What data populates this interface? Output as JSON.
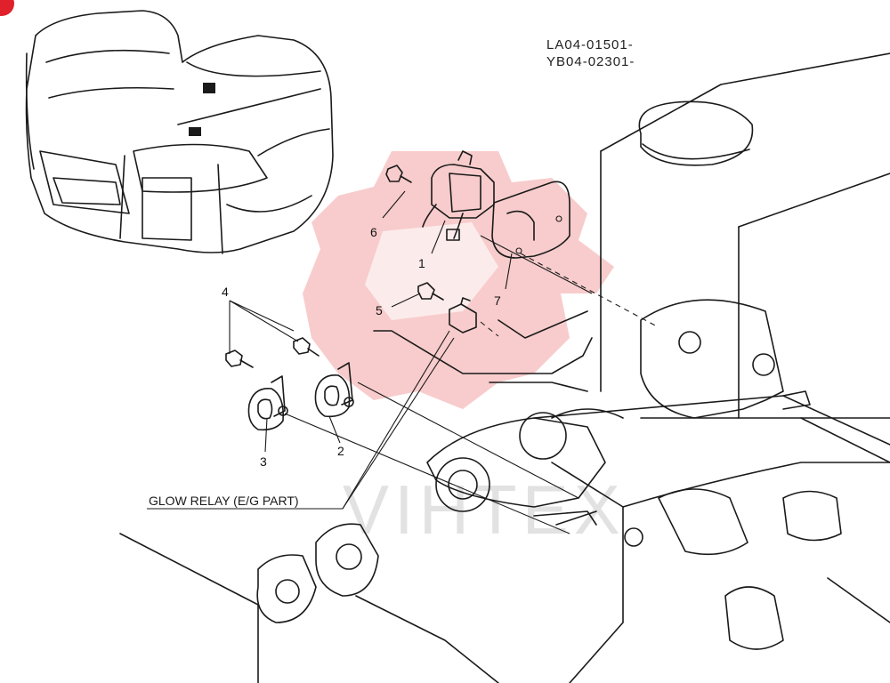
{
  "serials": [
    "LA04-01501-",
    "YB04-02301-"
  ],
  "callouts": [
    {
      "id": "c1",
      "label": "1"
    },
    {
      "id": "c2",
      "label": "2"
    },
    {
      "id": "c3",
      "label": "3"
    },
    {
      "id": "c4",
      "label": "4"
    },
    {
      "id": "c5",
      "label": "5"
    },
    {
      "id": "c6",
      "label": "6"
    },
    {
      "id": "c7",
      "label": "7"
    }
  ],
  "glow_relay_label": "GLOW RELAY (E/G PART)",
  "watermark_text": "VIHTEX",
  "colors": {
    "line": "#1a1a1a",
    "watermark": "#f2a3a3",
    "corner_marker": "#e0202a"
  }
}
